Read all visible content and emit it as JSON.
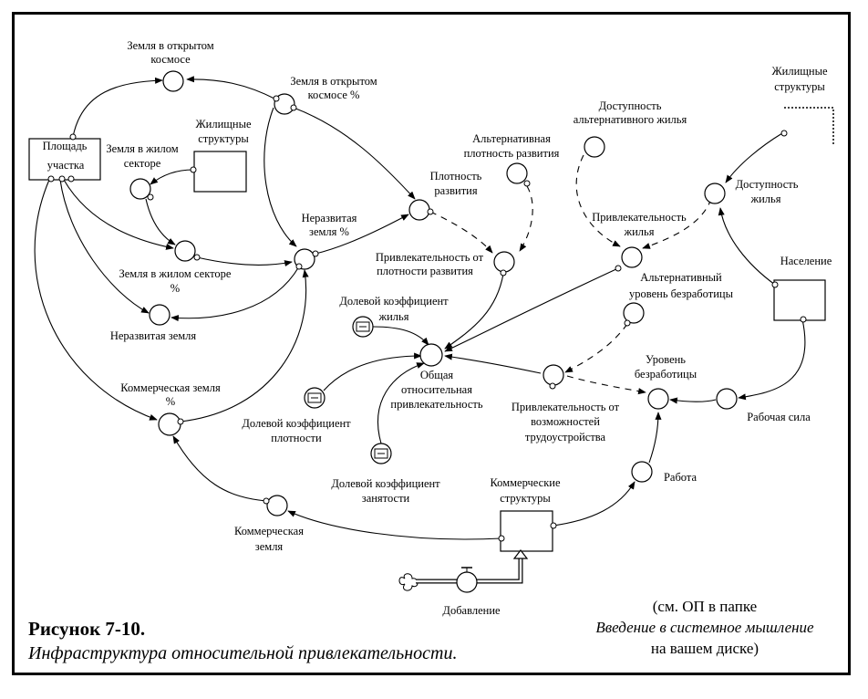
{
  "labels": {
    "land_space_1": "Земля в открытом",
    "land_space_2": "космосе",
    "land_space_pct_1": "Земля в открытом",
    "land_space_pct_2": "космосе %",
    "housing_structures_1": "Жилищные",
    "housing_structures_2": "структуры",
    "housing_land_1": "Земля в жилом",
    "housing_land_2": "секторе",
    "area_1": "Площадь",
    "area_2": "участка",
    "undeveloped_pct_1": "Неразвитая",
    "undeveloped_pct_2": "земля %",
    "housing_land_pct_1": "Земля в жилом секторе",
    "housing_land_pct_2": "%",
    "undeveloped_land": "Неразвитая земля",
    "density_1": "Плотность",
    "density_2": "развития",
    "alt_density_1": "Альтернативная",
    "alt_density_2": "плотность развития",
    "attr_density_1": "Привлекательность от",
    "attr_density_2": "плотности развития",
    "alt_housing_avail_1": "Доступность",
    "alt_housing_avail_2": "альтернативного жилья",
    "housing_attr_1": "Привлекательность",
    "housing_attr_2": "жилья",
    "housing_structures_r_1": "Жилищные",
    "housing_structures_r_2": "структуры",
    "housing_avail_1": "Доступность",
    "housing_avail_2": "жилья",
    "population": "Население",
    "alt_unemp_1": "Альтернативный",
    "alt_unemp_2": "уровень безработицы",
    "housing_weight_1": "Долевой коэффициент",
    "housing_weight_2": "жилья",
    "overall_attr_1": "Общая",
    "overall_attr_2": "относительная",
    "overall_attr_3": "привлекательность",
    "commercial_land_pct_1": "Коммерческая земля",
    "commercial_land_pct_2": "%",
    "density_weight_1": "Долевой коэффициент",
    "density_weight_2": "плотности",
    "jobs_attr_1": "Привлекательность от",
    "jobs_attr_2": "возможностей",
    "jobs_attr_3": "трудоустройства",
    "unemp_rate_1": "Уровень",
    "unemp_rate_2": "безработицы",
    "labor_force": "Рабочая сила",
    "employment_weight_1": "Долевой коэффициент",
    "employment_weight_2": "занятости",
    "commercial_structures_1": "Коммерческие",
    "commercial_structures_2": "структуры",
    "jobs": "Работа",
    "commercial_land_1": "Коммерческая",
    "commercial_land_2": "земля",
    "addition": "Добавление"
  },
  "caption": {
    "title": "Рисунок 7-10.",
    "subtitle": "Инфраструктура относительной привлекательности."
  },
  "note": {
    "line1": "(см. ОП в папке",
    "line2": "Введение в системное мышление",
    "line3": "на вашем диске)"
  }
}
